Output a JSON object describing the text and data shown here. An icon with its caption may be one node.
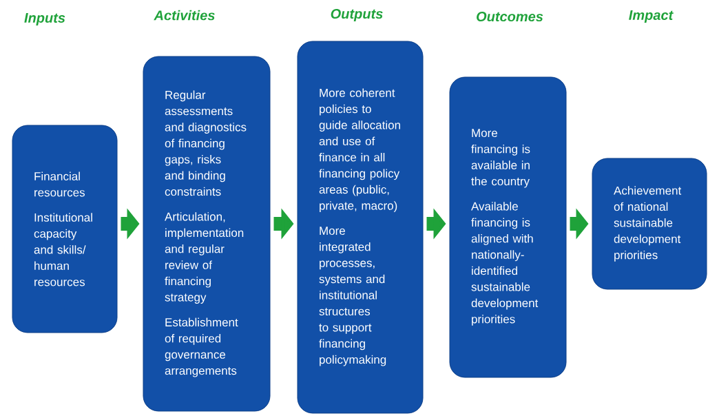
{
  "diagram": {
    "nodes": [
      {
        "text": [
          "Financial resources",
          "Institutional capacity and skills/ human resources"
        ]
      },
      {
        "text": [
          "Regular assessments and diagnostics of financing gaps, risks and binding constraints",
          "Articulation, implementation and regular review of financing strategy",
          "Establishment of required governance arrangements"
        ]
      },
      {
        "text": [
          "More coherent policies to guide allocation and use of finance in all financing policy areas (public, private, macro)",
          "More integrated processes, systems and institutional structures to support financing policymaking"
        ]
      },
      {
        "text": [
          "More financing is available in the country",
          "Available financing is aligned with nationally-identified sustainable development priorities"
        ]
      },
      {
        "text": [
          "Achievement of national sustainable development priorities"
        ]
      }
    ],
    "edges": [
      {
        "from": 0,
        "to": 1,
        "arrow": "to"
      },
      {
        "from": 1,
        "to": 2,
        "arrow": "to"
      },
      {
        "from": 2,
        "to": 3,
        "arrow": "to"
      },
      {
        "from": 3,
        "to": 4,
        "arrow": "to"
      }
    ],
    "labels": [
      "Inputs",
      "Activities",
      "Outputs",
      "Outcomes",
      "Impact"
    ]
  }
}
